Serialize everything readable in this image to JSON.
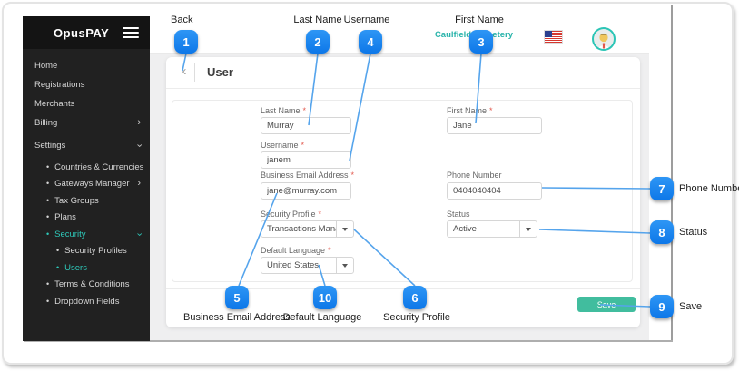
{
  "header": {
    "brand": "OpusPAY",
    "merchant": "Caulfield Cemetery",
    "page_title": "User"
  },
  "sidebar": {
    "items": [
      {
        "label": "Home"
      },
      {
        "label": "Registrations"
      },
      {
        "label": "Merchants"
      },
      {
        "label": "Billing"
      },
      {
        "label": "Settings"
      },
      {
        "label": "Countries & Currencies"
      },
      {
        "label": "Gateways Manager"
      },
      {
        "label": "Tax Groups"
      },
      {
        "label": "Plans"
      },
      {
        "label": "Security"
      },
      {
        "label": "Security Profiles"
      },
      {
        "label": "Users"
      },
      {
        "label": "Terms & Conditions"
      },
      {
        "label": "Dropdown Fields"
      }
    ]
  },
  "form": {
    "required_marker": "*",
    "last_name": {
      "label": "Last Name",
      "value": "Murray"
    },
    "first_name": {
      "label": "First Name",
      "value": "Jane"
    },
    "username": {
      "label": "Username",
      "value": "janem"
    },
    "business_email": {
      "label": "Business Email Address",
      "value": "jane@murray.com"
    },
    "phone": {
      "label": "Phone Number",
      "value": "0404040404"
    },
    "security_profile": {
      "label": "Security Profile",
      "value": "Transactions Manager"
    },
    "status": {
      "label": "Status",
      "value": "Active"
    },
    "default_language": {
      "label": "Default Language",
      "value": "United States"
    },
    "save_label": "Save"
  },
  "annotations": {
    "badges": [
      {
        "number": "1",
        "label": "Back"
      },
      {
        "number": "2",
        "label": "Last Name"
      },
      {
        "number": "3",
        "label": "First Name"
      },
      {
        "number": "4",
        "label": "Username"
      },
      {
        "number": "5",
        "label": "Business Email Address"
      },
      {
        "number": "6",
        "label": "Security Profile"
      },
      {
        "number": "7",
        "label": "Phone Number"
      },
      {
        "number": "8",
        "label": "Status"
      },
      {
        "number": "9",
        "label": "Save"
      },
      {
        "number": "10",
        "label": "Default Language"
      }
    ]
  },
  "colors": {
    "badge_blue": "#1787ee",
    "callout_line_blue": "#55a4ec",
    "accent_teal": "#2cc5b6",
    "save_green": "#41bd9e",
    "sidebar_dark": "#212121"
  }
}
